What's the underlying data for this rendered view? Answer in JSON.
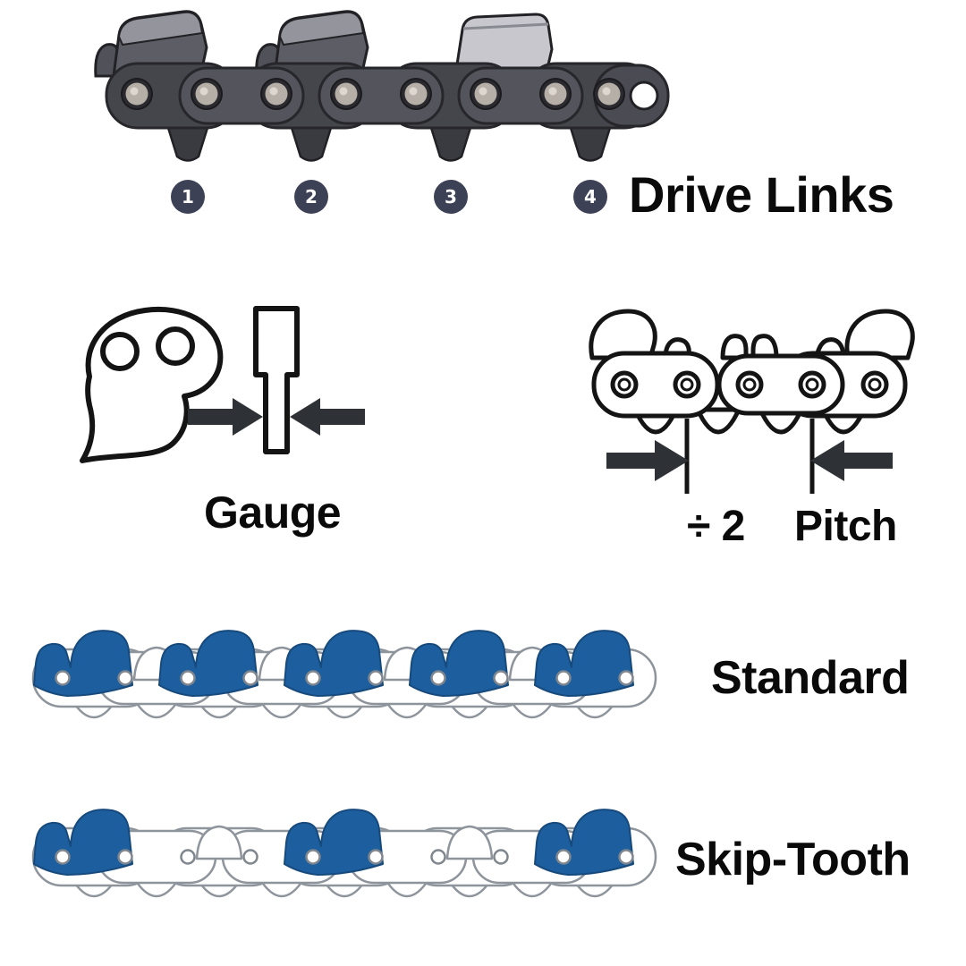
{
  "page": {
    "background": "#ffffff"
  },
  "colors": {
    "accent_blue": "#1d5f9e",
    "marker_badge": "#3d4156",
    "arrow": "#2e3236",
    "ink": "#141414",
    "label_text": "#0a0a0a"
  },
  "drive_links": {
    "label": "Drive Links",
    "markers": [
      "1",
      "2",
      "3",
      "4"
    ]
  },
  "gauge": {
    "label": "Gauge"
  },
  "pitch": {
    "divider": "÷ 2",
    "label": "Pitch"
  },
  "chains": {
    "standard_label": "Standard",
    "skip_tooth_label": "Skip-Tooth"
  }
}
